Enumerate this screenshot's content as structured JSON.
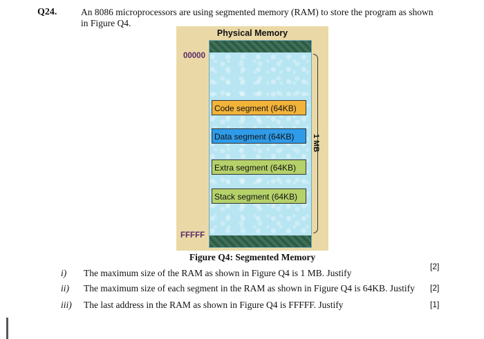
{
  "question": {
    "number": "Q24.",
    "text": "An 8086 microprocessors are using segmented memory (RAM) to store the program as shown in Figure Q4."
  },
  "figure": {
    "title": "Physical Memory",
    "start_address": "00000",
    "end_address": "FFFFF",
    "size_label": "1 MB",
    "segments": [
      {
        "label": "Code segment (64KB)",
        "color": "#f2b33a"
      },
      {
        "label": "Data segment (64KB)",
        "color": "#2f9be8"
      },
      {
        "label": "Extra segment (64KB)",
        "color": "#b5d16a"
      },
      {
        "label": "Stack segment (64KB)",
        "color": "#b5d16a"
      }
    ],
    "caption": "Figure Q4: Segmented Memory"
  },
  "subquestions": [
    {
      "num": "i)",
      "text": "The maximum size of the RAM as shown in Figure Q4 is 1 MB. Justify",
      "marks": "[2]"
    },
    {
      "num": "ii)",
      "text": "The maximum size of each segment in the RAM as shown in Figure Q4 is 64KB. Justify",
      "marks": "[2]"
    },
    {
      "num": "iii)",
      "text": "The last address in the RAM as shown in Figure Q4 is FFFFF. Justify",
      "marks": "[1]"
    }
  ]
}
